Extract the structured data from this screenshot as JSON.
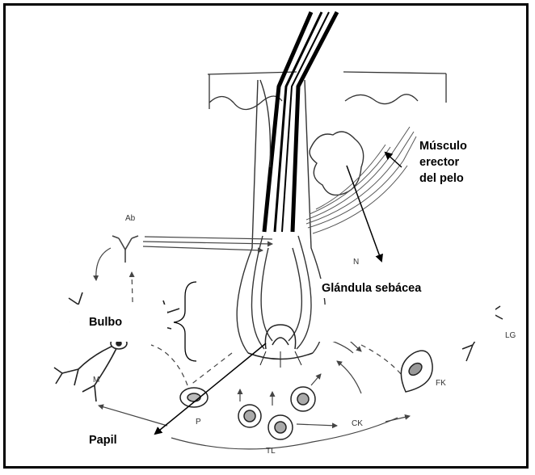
{
  "labels": {
    "muscle_line1": "Músculo",
    "muscle_line2": "erector",
    "muscle_line3": "del pelo",
    "gland": "Glándula sebácea",
    "bulb": "Bulbo",
    "papilla": "Papil"
  },
  "sketch_labels": {
    "ab": "Ab",
    "n": "N",
    "m": "M",
    "p": "P",
    "tl": "TL",
    "ck": "CK",
    "fk": "FK",
    "lg": "LG"
  }
}
